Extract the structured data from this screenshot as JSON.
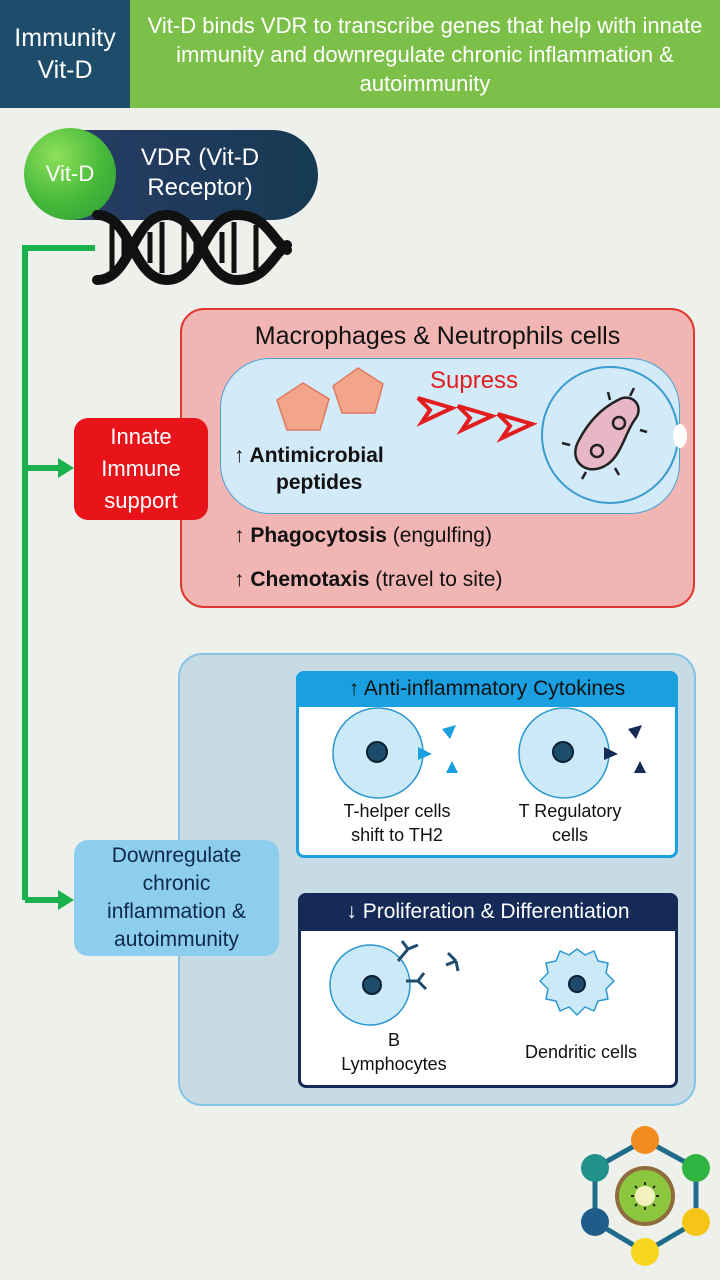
{
  "header": {
    "topic_line1": "Immunity",
    "topic_line2": "Vit-D",
    "summary": "Vit-D binds VDR to transcribe genes that help with innate immunity and downregulate chronic inflammation & autoimmunity"
  },
  "receptor": {
    "ligand": "Vit-D",
    "receptor_line1": "VDR (Vit-D",
    "receptor_line2": "Receptor)"
  },
  "innate": {
    "label_line1": "Innate",
    "label_line2": "Immune",
    "label_line3": "support",
    "title": "Macrophages & Neutrophils cells",
    "suppress_label": "Supress",
    "peptides_line1": "↑ Antimicrobial",
    "peptides_line2": "peptides",
    "phagocytosis_arrow": "↑",
    "phagocytosis_bold": "Phagocytosis",
    "phagocytosis_rest": "(engulfing)",
    "chemotaxis_arrow": "↑",
    "chemotaxis_bold": "Chemotaxis",
    "chemotaxis_rest": "(travel to site)"
  },
  "chronic": {
    "label_line1": "Downregulate",
    "label_line2": "chronic",
    "label_line3": "inflammation &",
    "label_line4": "autoimmunity",
    "cytokines_title": "↑ Anti-inflammatory Cytokines",
    "th_line1": "T-helper cells",
    "th_line2": "shift to TH2",
    "treg_line1": "T Regulatory",
    "treg_line2": "cells",
    "prolif_title": "↓ Proliferation & Differentiation",
    "b_line1": "B",
    "b_line2": "Lymphocytes",
    "dendritic": "Dendritic cells"
  },
  "colors": {
    "header_left": "#1e4d6b",
    "header_right": "#7cc04a",
    "innate_red": "#e8141a",
    "innate_bg": "#f1b6b3",
    "connector_green": "#1bb14c",
    "cytokine_blue": "#1aa0e0",
    "prolif_navy": "#152a57"
  }
}
